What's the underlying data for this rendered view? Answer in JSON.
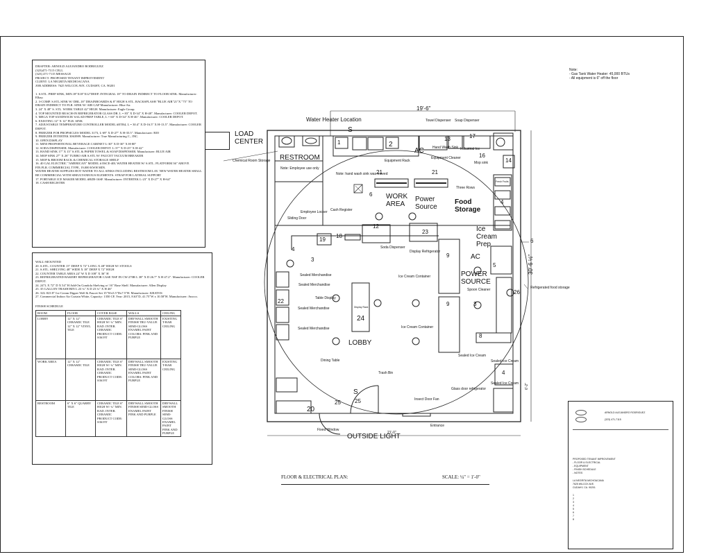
{
  "header_notes": {
    "lines": [
      "DRAFTER: ARNOLD ALEJANDRO RODRIGUEZ",
      "(323)471-7115 CELL",
      "(323) 471-7115 MESSAGE",
      "PROJECT: PROPOSED TENANT IMPROVEMENT",
      "CLIENT: LA NEGRITA MICHOACANA",
      "JOB ADDRESS: 7625 WILCOX AVE. CUDAHY, CA. 90201"
    ],
    "equipment": [
      "1. S.STL. PREP SINK, MIN.18\"X18\"X12\"DEEP. INTEGRAL 18\" TO DRAIN INDIRECT TO FLOOR SINK. Manufacturer: Elkay.",
      "2. 3-COMP. S.STL.SINK W/ DBL.18\" DRAINBOARDS & 8\" HIGH S.STL. BACKSPLASH \"BLUE AIR\"21\"X \"75\" TO DRAIN INDIRECT TO FLR. SINK W/ AIR GAP Manufacturer: Blue Air.",
      "3. 24\" X 48\" S. STL. WORK TABLE 42\" HIGH. Manufacturer: Eagle Group.",
      "4. TOP MOUNTED REACH-IN REFRIGERATOR GLASS DR. L = 83\" X D-34\" X H-48\". Manufacturer: COOLER DEPOT.",
      "5. MEGA TOP SANDWICH/ SALAD PREP TABLE, L = 60\" X D-34\" X H-46\". Manufacturer: COOLER DEPOT.",
      "6. EXISTING 12\" X 12\" FLR. SINK",
      "7. ADJUSTABLE TEMPERATURE CONTROLLER MODEL #ETR4, L = 30.4\" X D-16.5\" X H-13.5\". Manufacturer: COOLER DEPOT.",
      "8. FREEZER FOR PROPSICLES MODEL 3173, L-69\" X D-27\" X H-35.5\". Manufacturer: RIO",
      "9. FREEZER INTERTEK 3063989. Manufacturer: True Manufacturing C., INC.",
      "10. OPEN DISPLAY",
      "11. MINI PROPORTIONAL BEVERAGE CABINET L-30\" X D-30\" X H-80\"",
      "12. SODA DISPENSER. Manufacturer: COOLER DEPOT. L-37\" X D-25\" X H-42\"",
      "13. HAND SINK 17\" X 15\" S.STL & PAPER TOWEL & SOAP DISPENSER. Manufacturer: BLUE AIR",
      "14. MOP SINK 27\" X 26\" TURBO AIR S.STL W/ FAUCET VACUUM BREAKER",
      "15. MOP & BROOM RACK & CHEMICAL STORAGE SHELF",
      "16. 40 GAL ELECTRIC \"AMERICAN\" MODEL # E6CE-40L WATER HEATER W/ S.STL. PLATFORM 36\" ABOVE FIN.FLR. COMMERCIAL TYPE, 19,000 KWH MIN.",
      "WATER HEATER SUPPLIES HOT WATER TO ALL SINKS INCLUDING RESTROOM LAV. NEW WATER HEATER SHALL BE COMMERCIAL WITH SIMULTANEOUS ELEMENTS. STRAP FOR LATERAL SUPPORT",
      "17. PORTABLE ICE MAKER MODEL #HZB-16SF. Manufacturer: INTERTEK L-23\" X D-27\" X H-64\"",
      "18. CASH REGISTER"
    ]
  },
  "lower_notes": [
    "WALL-MOUNTED",
    "20. S.STL. COUNTER 15\" DEEP X 72\" LONG X 48\" HIGH W/ STOOLS",
    "21. S.STL. SHELVING 48\" WIDE X 18\" DEEP X 72\" HIGH",
    "22. COUNTER TABLE AREA 24\" W X D 108\" X 36\" H",
    "23. REFRIGERATED BAKERY REFRIGERATOR CASE NSF IN CW-270R L 38\" X D 26.7\" X H 47.2\". Manufacturer: COOLER DEPOT.",
    "24. 24\"L X 72\" D X 54\" H Add-On Gondola Shelving w/ 16\" Base Shelf. Manufacturer: Allen Display",
    "25. 35 GALLON TRASH BIN L 23 ¾\" X D 23 ¾\" X H 46\"",
    "26. 32L-023 8\" Ice Cream Dipper Well & Faucet Set 15\"Wx5.5\"Dx7.5\"H. Manufacturer: KRATOS",
    "27. Commercial Indoor Air Curtain White, Capacity: 1350 CF, Year: 2015, 8.63\"D, 41.75\"W x 10.58\"H. Manufacturer: Awoco."
  ],
  "finish_schedule": {
    "title": "FINISH SCHEDULE",
    "headers": [
      "ROOM",
      "FLOOR",
      "COVER BASE",
      "WALLS",
      "CEILING"
    ],
    "rows": [
      [
        "LOBBY",
        "12\" X 12\" CERAMIC TILE 12\" X 12\" VINYL TILE",
        "CERAMIC TILE 6\" HIGH W/ ¾\" MIN. RAD. INTER. CERAMIC PRODUCT CODE: S3619T",
        "DRYWALL SMOOTH FINISH TRU-VALUE SEMI-GLOSS ENAMEL PAINT COLORS: PINK AND PURPLE",
        "EXISTING T-BAR CEILING"
      ],
      [
        "WORK AREA",
        "12\" X 12\" CERAMIC TILE",
        "CERAMIC TILE 6\" HIGH W/ ¾\" MIN. RAD. INTER. CERAMIC PRODUCT CODE: S3619T",
        "DRYWALL SMOOTH FINISH TRU-VALUE SEMI-GLOSS ENAMEL PAINT COLORS: PINK AND PURPLE",
        "EXISTING T-BAR CEILING"
      ],
      [
        "RESTROOM",
        "6\" X 6\" QUARRY TILE",
        "CERAMIC TILE 6\" HIGH W/ ¾\" MIN. RAD. INTER. CERAMIC PRODUCT CODE: S3619T",
        "DRYWALL SMOOTH FINISH SEMI-GLOSS ENAMEL PAINT PINK AND PURPLE",
        "DRYWALL SMOOTH FINISH SEMI-GLOSS ENAMEL PAINT PINK AND PURPLE"
      ]
    ]
  },
  "top_right_note": {
    "title": "Note:",
    "lines": [
      "- Gas Tank Water Heater: 45,000 BTUs",
      "- All equipment is 6\" off the floor"
    ]
  },
  "plan": {
    "load_center": [
      "LOAD",
      "CENTER"
    ],
    "water_heater_location": "Water Heater Location",
    "restroom": "RESTROOM",
    "work_area": [
      "WORK",
      "AREA"
    ],
    "power_source_1": [
      "Power",
      "Source"
    ],
    "food_storage": [
      "Food",
      "Storage"
    ],
    "ice_cream_prep": [
      "Ice",
      "Cream",
      "Prep"
    ],
    "power_source_2": [
      "POWER",
      "SOURCE"
    ],
    "lobby": "LOBBY",
    "outside_light": "OUTSIDE LIGHT",
    "dim_top": "19'-6\"",
    "dim_right": "30'-6 ½\"",
    "dim_right_lower": "6'-2\"",
    "dim_bottom": "21'-0\"",
    "ac_1": "AC",
    "ac_2": "AC",
    "s_1": "S",
    "s_2": "S",
    "small_labels": {
      "chemical_room_storage": "Chemical Room Storage",
      "employee_use_only": "Note: Employee use only",
      "hand_wash_note": "Note: hand wash sink was moved",
      "equipment_rack": "Equipment Rack",
      "towel_dispenser": "Towel Dispenser",
      "soap_dispenser": "Soap Dispenser",
      "equipment_cleaner": "Equipment Cleaner",
      "mop_sink": "Mop sink",
      "three_rows": "Three Rows",
      "employee_locker": "Employee Locker",
      "cash_register": "Cash Register",
      "sliding_door": "Sliding Door",
      "soda_dispenser": "Soda Dispenser",
      "display_refrigerator": "Display Refrigerator",
      "ice_cream_container_1": "Ice Cream Container",
      "ice_cream_container_2": "Ice Cream Container",
      "spoon_cleaner": "Spoon Cleaner",
      "refrigerated_food_storage": "Refrigerated food storage",
      "sealed_merch_1": "Sealed Merchandise",
      "sealed_merch_2": "Sealed Merchandise",
      "sealed_merch_3": "Sealed Merchandise",
      "sealed_merch_4": "Sealed Merchandise",
      "table_display": "Table Display",
      "display_rack": "Display Rack",
      "dining_table": "Dining Table",
      "trash_bin": "Trash Bin",
      "fixed_window": "Fixed Window",
      "insect_door_fan": "Insect Door Fan",
      "entrance": "Entrance",
      "glass_door_refrigerator": "Glass door refrigerator",
      "sealed_ice_cream_1": "Sealed Ice Cream",
      "sealed_ice_cream_2": "Sealed Ice Cream",
      "sealed_ice_cream_3": "Sealed Ice Cream",
      "fresh_fruits": "Fresh Fruits",
      "hand_wash_sink": "Hand Wash Sink",
      "industrial_ice": "Industrial Ice"
    },
    "numbers": {
      "n1": "1",
      "n2": "2",
      "n3": "3",
      "n4a": "4",
      "n4b": "4",
      "n4c": "4",
      "n5": "5",
      "n6a": "6",
      "n6b": "6",
      "n8": "8",
      "n9a": "9",
      "n9b": "9",
      "n12": "12",
      "n13": "13",
      "n14": "14",
      "n16": "16",
      "n17": "17",
      "n18": "18",
      "n19": "19",
      "n20": "20",
      "n21a": "21",
      "n21b": "21",
      "n22": "22",
      "n23": "23",
      "n24": "24",
      "n25a": "25",
      "n25b": "25",
      "n26": "26",
      "n3b": "3"
    }
  },
  "plan_title": "FLOOR & ELECTRICAL PLAN:",
  "scale": "SCALE: ¼\" = 1'-0\"",
  "title_block": {
    "header_lines": [
      "ARNOLD ALEJANDRO RODRIGUEZ",
      "(323) 471-7115"
    ],
    "body_lines": [
      "PROPOSED TENANT IMPROVEMENT",
      "- FLOOR & ELECTRICAL",
      "- EQUIPMENT",
      "- FINISH SCHEDULE",
      "- NOTES",
      "LA NEGRITA MICHOACANA",
      "7625 WILCOX AVE.",
      "CUDAHY, CA. 90201",
      "1",
      "2",
      "3",
      "4",
      "5",
      "6",
      "7",
      "8"
    ]
  }
}
